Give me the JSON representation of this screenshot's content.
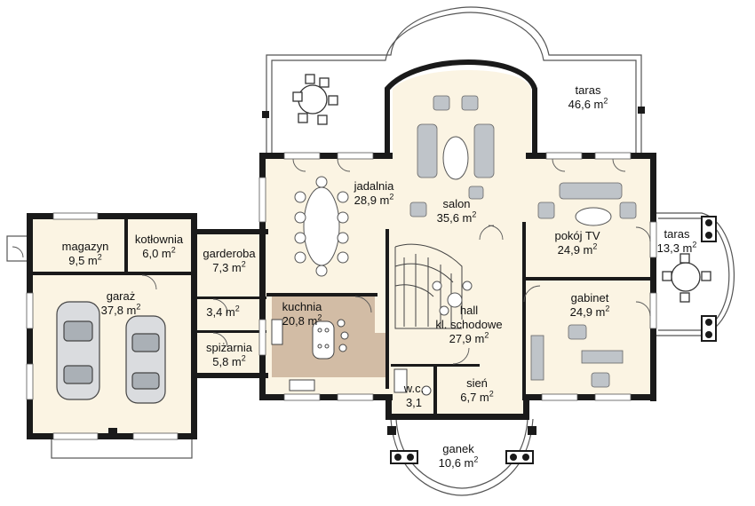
{
  "colors": {
    "wall": "#1a1a1a",
    "floor": "#fbf4e3",
    "kitchen": "#d2bca5",
    "furniture": "#bfc4c9",
    "outline": "#555555"
  },
  "rooms": [
    {
      "id": "taras-top",
      "name": "taras",
      "area": "46,6 m",
      "sup": "2"
    },
    {
      "id": "salon",
      "name": "salon",
      "area": "35,6 m",
      "sup": "2"
    },
    {
      "id": "jadalnia",
      "name": "jadalnia",
      "area": "28,9 m",
      "sup": "2"
    },
    {
      "id": "pokoj-tv",
      "name": "pokój TV",
      "area": "24,9 m",
      "sup": "2"
    },
    {
      "id": "taras-right",
      "name": "taras",
      "area": "13,3 m",
      "sup": "2"
    },
    {
      "id": "magazyn",
      "name": "magazyn",
      "area": "9,5 m",
      "sup": "2"
    },
    {
      "id": "kotlownia",
      "name": "kotłownia",
      "area": "6,0 m",
      "sup": "2"
    },
    {
      "id": "garderoba",
      "name": "garderoba",
      "area": "7,3 m",
      "sup": "2"
    },
    {
      "id": "garaz",
      "name": "garaż",
      "area": "37,8 m",
      "sup": "2"
    },
    {
      "id": "korytarz",
      "name": "",
      "area": "3,4 m",
      "sup": "2"
    },
    {
      "id": "kuchnia",
      "name": "kuchnia",
      "area": "20,8 m",
      "sup": "2"
    },
    {
      "id": "hall",
      "name": "hall",
      "area": "kl. schodowe",
      "sup": ""
    },
    {
      "id": "hall-area",
      "name": "",
      "area": "27,9 m",
      "sup": "2"
    },
    {
      "id": "gabinet",
      "name": "gabinet",
      "area": "24,9 m",
      "sup": "2"
    },
    {
      "id": "spizarnia",
      "name": "spiżarnia",
      "area": "5,8 m",
      "sup": "2"
    },
    {
      "id": "wc",
      "name": "w.c.",
      "area": "3,1",
      "sup": ""
    },
    {
      "id": "sien",
      "name": "sień",
      "area": "6,7 m",
      "sup": "2"
    },
    {
      "id": "ganek",
      "name": "ganek",
      "area": "10,6 m",
      "sup": "2"
    }
  ]
}
